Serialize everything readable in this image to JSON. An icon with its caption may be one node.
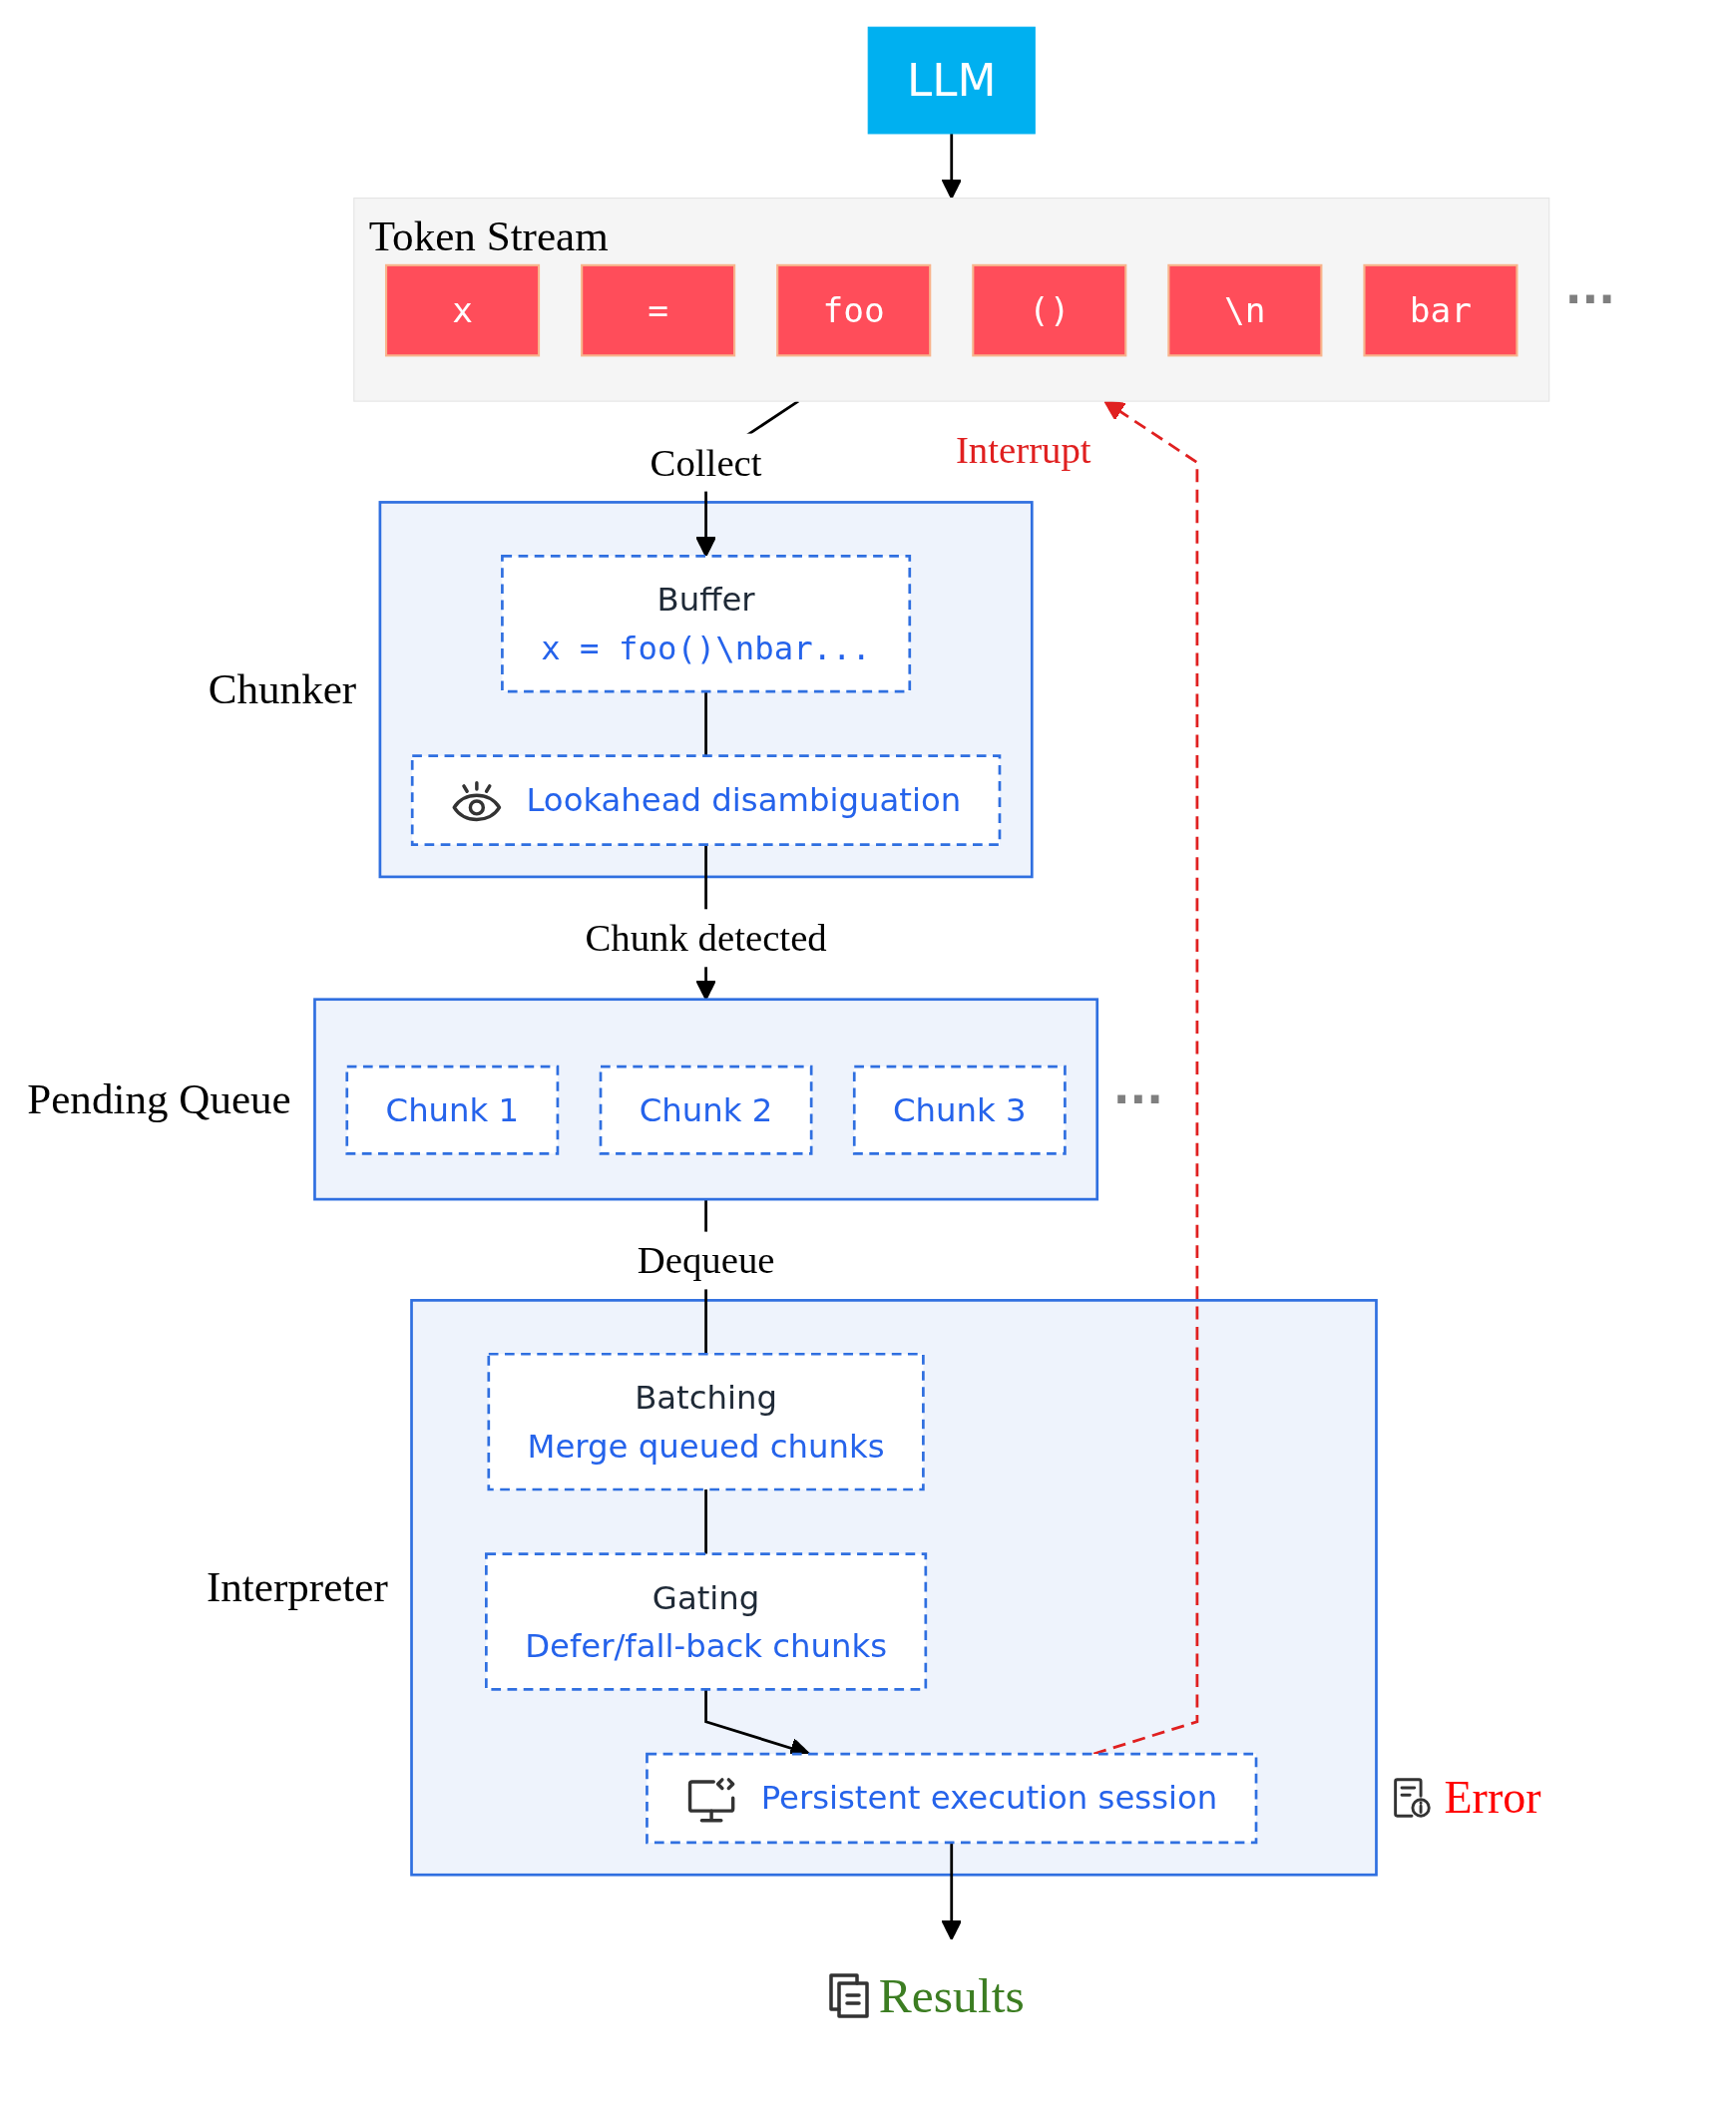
{
  "diagram": {
    "nodes": [
      {
        "text": [
          "LLM"
        ]
      },
      {
        "text": [
          "Token Stream"
        ]
      },
      {
        "text": [
          "x"
        ],
        "in": 1
      },
      {
        "text": [
          "="
        ],
        "in": 1
      },
      {
        "text": [
          "foo"
        ],
        "in": 1
      },
      {
        "text": [
          "()"
        ],
        "in": 1
      },
      {
        "text": [
          "\\n"
        ],
        "in": 1
      },
      {
        "text": [
          "bar"
        ],
        "in": 1
      },
      {
        "text": [
          "Chunker"
        ]
      },
      {
        "text": [
          "Buffer",
          "x = foo()\\nbar..."
        ],
        "in": 8
      },
      {
        "text": [
          "Lookahead disambiguation"
        ],
        "in": 8
      },
      {
        "text": [
          "Pending Queue"
        ]
      },
      {
        "text": [
          "Chunk 1"
        ],
        "in": 11
      },
      {
        "text": [
          "Chunk 2"
        ],
        "in": 11
      },
      {
        "text": [
          "Chunk 3"
        ],
        "in": 11
      },
      {
        "text": [
          "Interpreter"
        ]
      },
      {
        "text": [
          "Batching",
          "Merge queued chunks"
        ],
        "in": 15
      },
      {
        "text": [
          "Gating",
          "Defer/fall-back chunks"
        ],
        "in": 15
      },
      {
        "text": [
          "Persistent execution session"
        ],
        "in": 15
      },
      {
        "text": [
          "Results"
        ]
      }
    ],
    "edges": [
      {
        "from": 0,
        "to": 1,
        "arrow": "to"
      },
      {
        "from": 1,
        "to": 9,
        "arrow": "to",
        "label": "Collect"
      },
      {
        "from": 9,
        "to": 10,
        "arrow": "none"
      },
      {
        "from": 10,
        "to": 11,
        "arrow": "to",
        "label": "Chunk detected"
      },
      {
        "from": 11,
        "to": 16,
        "arrow": "none",
        "label": "Dequeue"
      },
      {
        "from": 16,
        "to": 17,
        "arrow": "none"
      },
      {
        "from": 17,
        "to": 18,
        "arrow": "to"
      },
      {
        "from": 18,
        "to": 19,
        "arrow": "to"
      },
      {
        "from": 18,
        "to": 1,
        "arrow": "to",
        "label": "Interrupt",
        "style": "dashed",
        "color": "#e02020"
      }
    ],
    "labels": [
      "···",
      "···",
      "Error"
    ]
  }
}
